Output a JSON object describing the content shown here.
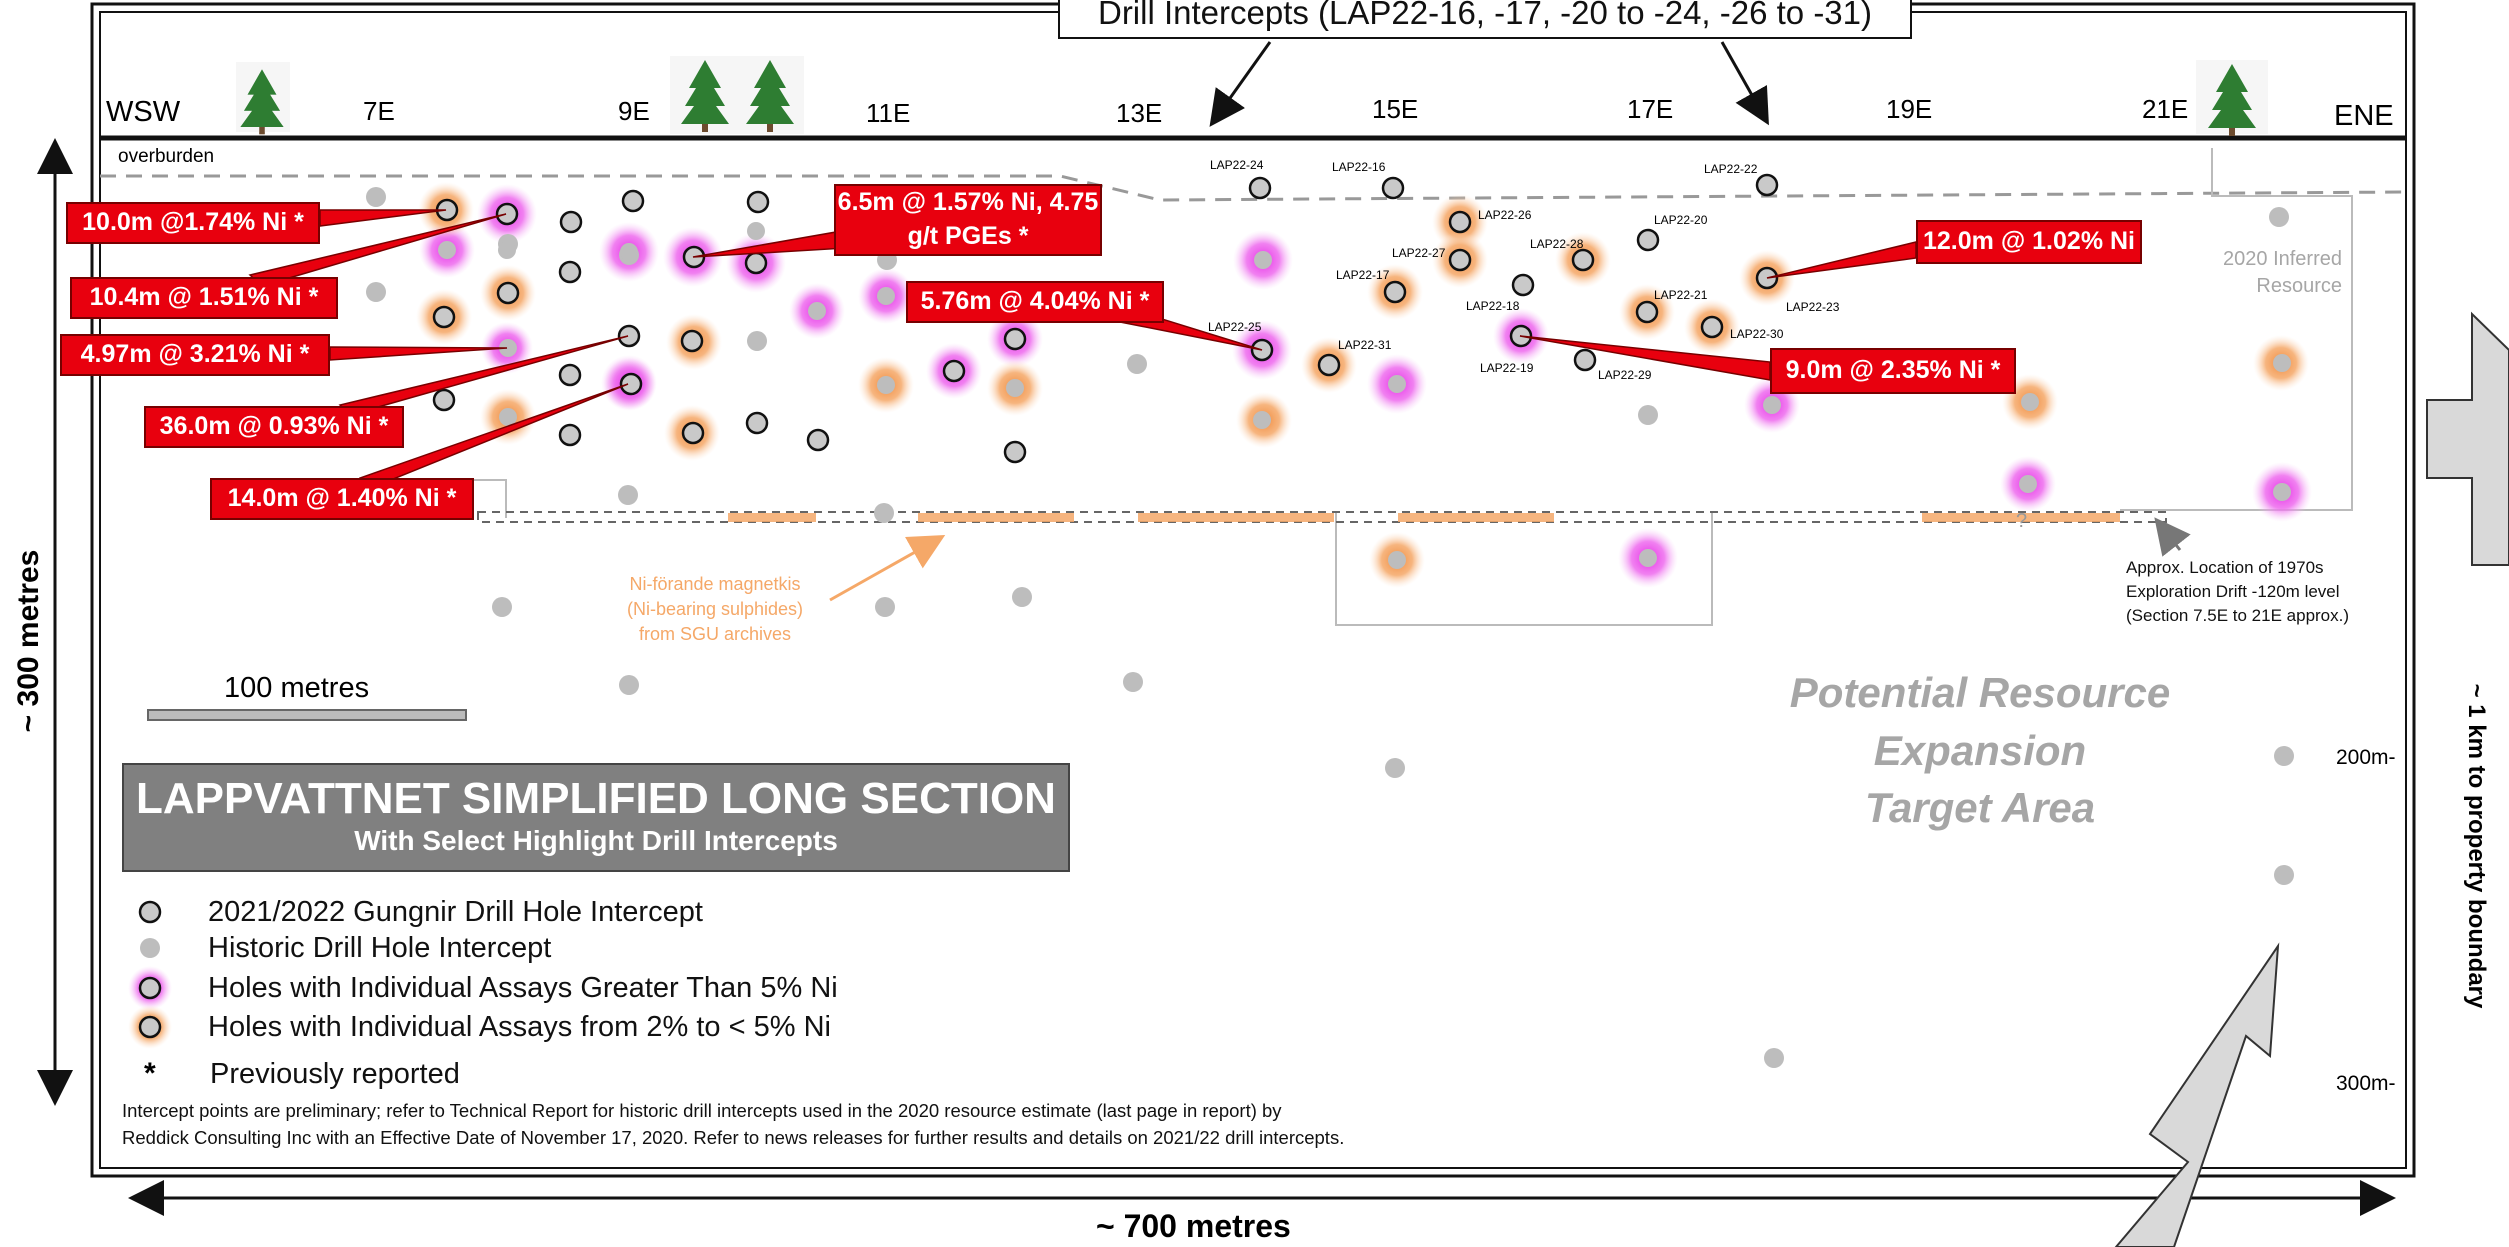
{
  "header": {
    "title": "Drill Intercepts (LAP22-16, -17, -20 to -24, -26  to -31)",
    "wsw": "WSW",
    "ene": "ENE",
    "sections": [
      "7E",
      "9E",
      "11E",
      "13E",
      "15E",
      "17E",
      "19E",
      "21E"
    ]
  },
  "labels": {
    "overburden": "overburden",
    "inferred": "2020 Inferred Resource",
    "scale_bar": "100 metres",
    "depth_200": "200m-",
    "depth_300": "300m-",
    "vertical_extent": "~ 300 metres",
    "horizontal_extent": "~ 700 metres",
    "property_boundary": "~ 1 km to property boundary",
    "potential": [
      "Potential Resource",
      "Expansion",
      "Target Area"
    ],
    "ni_note": [
      "Ni-förande magnetkis",
      "(Ni-bearing sulphides)",
      "from SGU archives"
    ],
    "drift_note": [
      "Approx. Location of 1970s",
      "Exploration Drift -120m level",
      "(Section 7.5E to 21E approx.)"
    ],
    "question_mark": "?"
  },
  "callouts": [
    {
      "id": "c1",
      "text": "10.0m @1.74% Ni *"
    },
    {
      "id": "c2",
      "text": "10.4m @ 1.51% Ni *"
    },
    {
      "id": "c3",
      "text": "4.97m @ 3.21% Ni *"
    },
    {
      "id": "c4",
      "text": "36.0m @ 0.93% Ni *"
    },
    {
      "id": "c5",
      "text": "14.0m @ 1.40% Ni *"
    },
    {
      "id": "c6",
      "text": "6.5m @ 1.57% Ni, 4.75 g/t PGEs *"
    },
    {
      "id": "c7",
      "text": "5.76m @ 4.04% Ni *"
    },
    {
      "id": "c8",
      "text": "12.0m @ 1.02% Ni"
    },
    {
      "id": "c9",
      "text": "9.0m @ 2.35% Ni *"
    }
  ],
  "hole_labels": [
    "LAP22-24",
    "LAP22-16",
    "LAP22-22",
    "LAP22-26",
    "LAP22-20",
    "LAP22-27",
    "LAP22-28",
    "LAP22-17",
    "LAP22-21",
    "LAP22-18",
    "LAP22-23",
    "LAP22-25",
    "LAP22-30",
    "LAP22-31",
    "LAP22-19",
    "LAP22-29"
  ],
  "title_box": {
    "line1": "LAPPVATTNET SIMPLIFIED LONG SECTION",
    "line2": "With Select Highlight Drill Intercepts"
  },
  "legend": [
    {
      "symbol": "gungnir",
      "label": "2021/2022 Gungnir Drill Hole Intercept"
    },
    {
      "symbol": "historic",
      "label": "Historic Drill Hole Intercept"
    },
    {
      "symbol": "gt5",
      "label": "Holes with Individual Assays Greater Than 5% Ni"
    },
    {
      "symbol": "2to5",
      "label": "Holes with Individual Assays from 2% to < 5% Ni"
    },
    {
      "symbol": "star",
      "star": "*",
      "label": "Previously reported"
    }
  ],
  "footnote": [
    "Intercept points are preliminary; refer to Technical Report for historic drill intercepts used in the 2020 resource estimate (last page in report) by",
    "Reddick Consulting Inc with an Effective Date of November 17, 2020. Refer to news releases for further results and details on 2021/22 drill intercepts."
  ],
  "colors": {
    "callout_red": "#e8000e",
    "magenta_halo": "#e62ee6",
    "orange_halo": "#f5a868",
    "historic_grey": "#bdbdbd",
    "resource_text_grey": "#a6a6a6",
    "tree_green": "#2e7d32"
  }
}
